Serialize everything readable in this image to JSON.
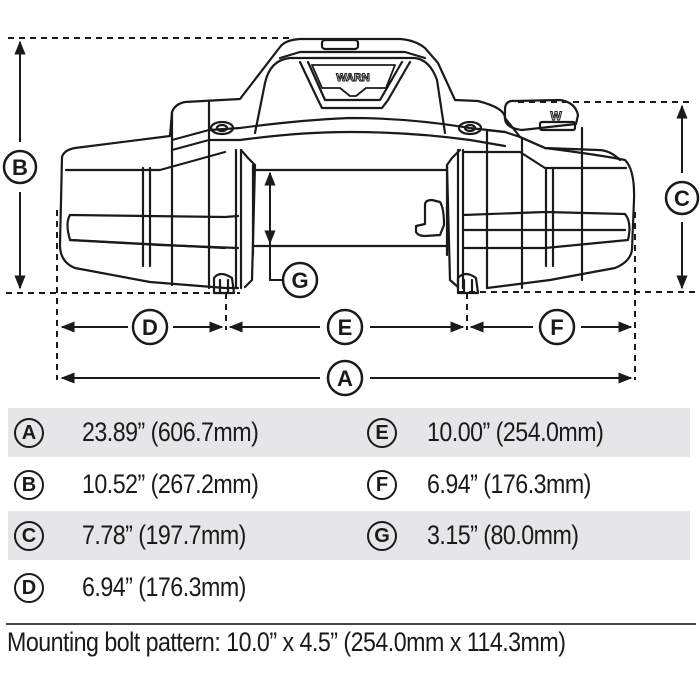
{
  "diagram": {
    "brand_logo": "WARN",
    "side_logo": "W",
    "labels": {
      "A": "A",
      "B": "B",
      "C": "C",
      "D": "D",
      "E": "E",
      "F": "F",
      "G": "G"
    }
  },
  "specs": {
    "rows": [
      {
        "left": {
          "letter": "A",
          "value": "23.89” (606.7mm)"
        },
        "right": {
          "letter": "E",
          "value": "10.00” (254.0mm)"
        },
        "shaded": true
      },
      {
        "left": {
          "letter": "B",
          "value": "10.52” (267.2mm)"
        },
        "right": {
          "letter": "F",
          "value": "6.94” (176.3mm)"
        },
        "shaded": false
      },
      {
        "left": {
          "letter": "C",
          "value": "7.78” (197.7mm)"
        },
        "right": {
          "letter": "G",
          "value": "3.15” (80.0mm)"
        },
        "shaded": true
      },
      {
        "left": {
          "letter": "D",
          "value": "6.94” (176.3mm)"
        },
        "right": null,
        "shaded": false
      }
    ]
  },
  "footer": {
    "mounting_bolt_pattern": "Mounting bolt pattern: 10.0” x 4.5” (254.0mm x 114.3mm)"
  },
  "colors": {
    "line": "#1a1a1a",
    "row_shade": "#e6e6e8",
    "background": "#ffffff"
  }
}
